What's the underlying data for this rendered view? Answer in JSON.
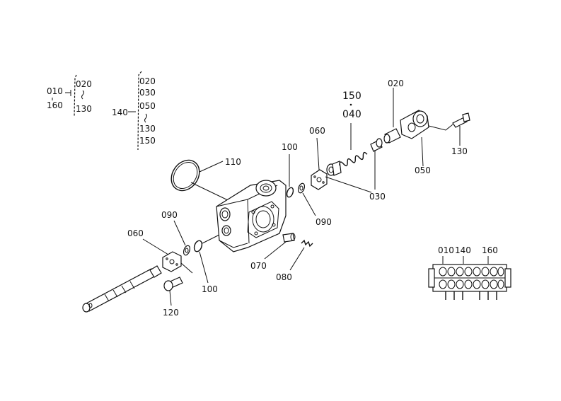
{
  "labels": {
    "leg_010": "010",
    "leg_160": "160",
    "leg_020a": "020",
    "leg_130a": "130",
    "leg_140": "140",
    "leg_020b": "020",
    "leg_030": "030",
    "leg_050": "050",
    "leg_130b": "130",
    "leg_150": "150",
    "p110": "110",
    "p100_top": "100",
    "p060_top": "060",
    "p150": "150",
    "p040": "040",
    "p020": "020",
    "p130": "130",
    "p050": "050",
    "p030": "030",
    "p090_right": "090",
    "p070": "070",
    "p080": "080",
    "p060_left": "060",
    "p090_left": "090",
    "p100_bottom": "100",
    "p120": "120",
    "asm_010": "010",
    "asm_140": "140",
    "asm_160": "160"
  }
}
